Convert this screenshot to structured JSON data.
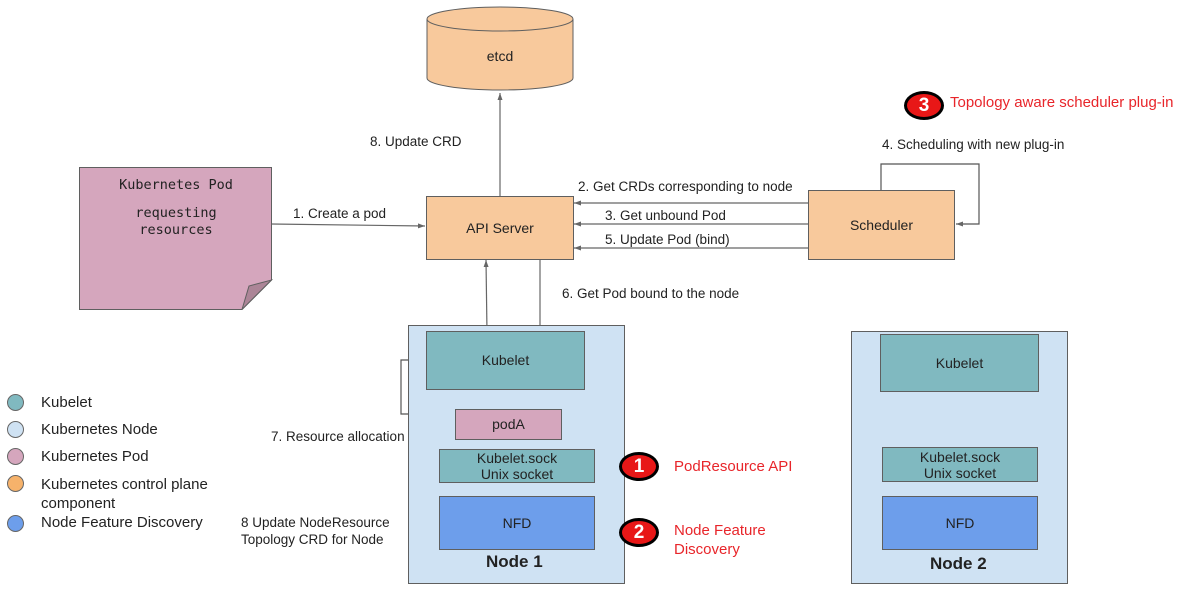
{
  "nodes": {
    "etcd": "etcd",
    "api_server": "API Server",
    "scheduler": "Scheduler",
    "pod_note_title": "Kubernetes Pod",
    "pod_note_body_1": "requesting",
    "pod_note_body_2": "resources",
    "node1": {
      "title": "Node 1",
      "kubelet": "Kubelet",
      "podA": "podA",
      "sock_line1": "Kubelet.sock",
      "sock_line2": "Unix socket",
      "nfd": "NFD"
    },
    "node2": {
      "title": "Node 2",
      "kubelet": "Kubelet",
      "sock_line1": "Kubelet.sock",
      "sock_line2": "Unix socket",
      "nfd": "NFD"
    }
  },
  "edges": {
    "create_pod": "1. Create a pod",
    "get_crds": "2. Get CRDs corresponding to node",
    "get_unbound": "3. Get unbound Pod",
    "scheduling": "4. Scheduling with new plug-in",
    "update_pod": "5. Update Pod (bind)",
    "get_bound": "6. Get Pod bound to the node",
    "resource_alloc": "7. Resource allocation",
    "update_crd": "8. Update CRD",
    "update_nrt_1": "8 Update NodeResource",
    "update_nrt_2": "Topology CRD for Node"
  },
  "callouts": [
    {
      "number": "1",
      "label": "PodResource API"
    },
    {
      "number": "2",
      "label_1": "Node Feature",
      "label_2": "Discovery"
    },
    {
      "number": "3",
      "label": "Topology aware scheduler plug-in"
    }
  ],
  "legend": [
    {
      "label": "Kubelet",
      "color": "#80b9c0"
    },
    {
      "label": "Kubernetes  Node",
      "color": "#cfe2f3"
    },
    {
      "label": "Kubernetes  Pod",
      "color": "#d5a6bd"
    },
    {
      "label_1": "Kubernetes control plane",
      "label_2": "component",
      "color": "#f6b26b"
    },
    {
      "label": "Node Feature Discovery",
      "color": "#6d9eeb"
    }
  ],
  "colors": {
    "control_plane": "#f8c99c",
    "kubelet": "#80b9c0",
    "pod": "#d5a6bd",
    "nfd": "#6d9eeb",
    "node": "#cfe2f3",
    "callout_red": "#e8252a"
  }
}
